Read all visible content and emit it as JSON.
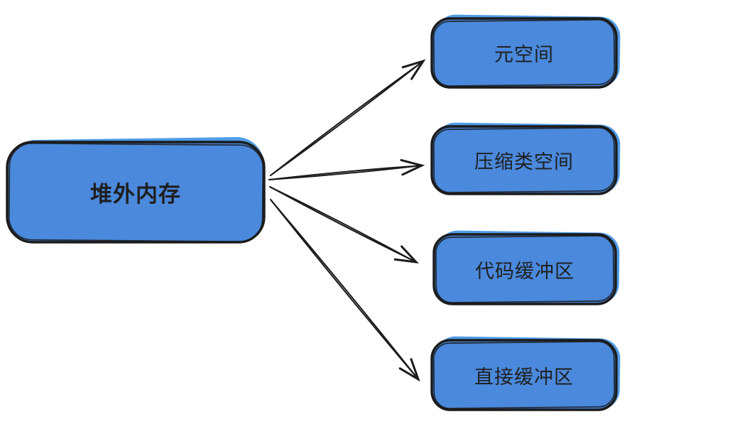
{
  "diagram": {
    "background": "#ffffff",
    "stroke_color": "#1b1b1b",
    "node_fill": "#4a89dc",
    "node_shadow": "#4f9ce8",
    "text_color": "#1f1f1f",
    "root": {
      "label": "堆外内存"
    },
    "children": [
      {
        "label": "元空间"
      },
      {
        "label": "压缩类空间"
      },
      {
        "label": "代码缓冲区"
      },
      {
        "label": "直接缓冲区"
      }
    ]
  }
}
